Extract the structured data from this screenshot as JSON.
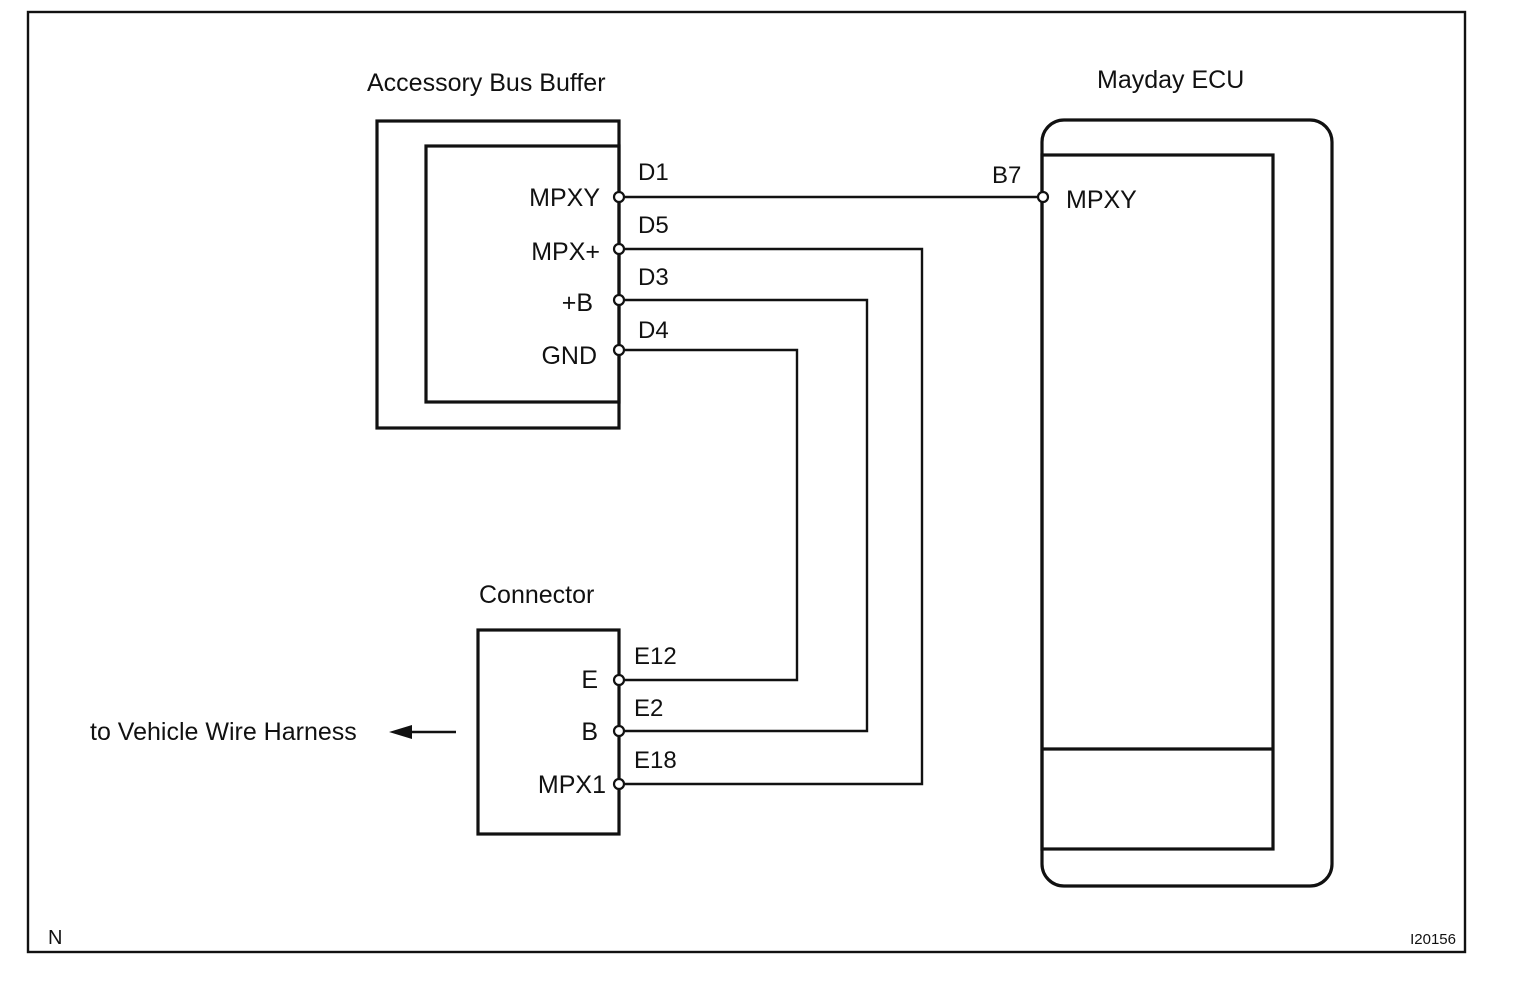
{
  "components": {
    "buffer": {
      "title": "Accessory Bus Buffer",
      "pins": [
        {
          "name": "MPXY",
          "code": "D1"
        },
        {
          "name": "MPX+",
          "code": "D5"
        },
        {
          "name": "+B",
          "code": "D3"
        },
        {
          "name": "GND",
          "code": "D4"
        }
      ]
    },
    "ecu": {
      "title": "Mayday ECU",
      "pins": [
        {
          "name": "MPXY",
          "code": "B7"
        }
      ]
    },
    "connector": {
      "title": "Connector",
      "pins": [
        {
          "name": "E",
          "code": "E12"
        },
        {
          "name": "B",
          "code": "E2"
        },
        {
          "name": "MPX1",
          "code": "E18"
        }
      ]
    }
  },
  "harness_label": "to Vehicle Wire Harness",
  "corner_left": "N",
  "figure_id": "I20156"
}
